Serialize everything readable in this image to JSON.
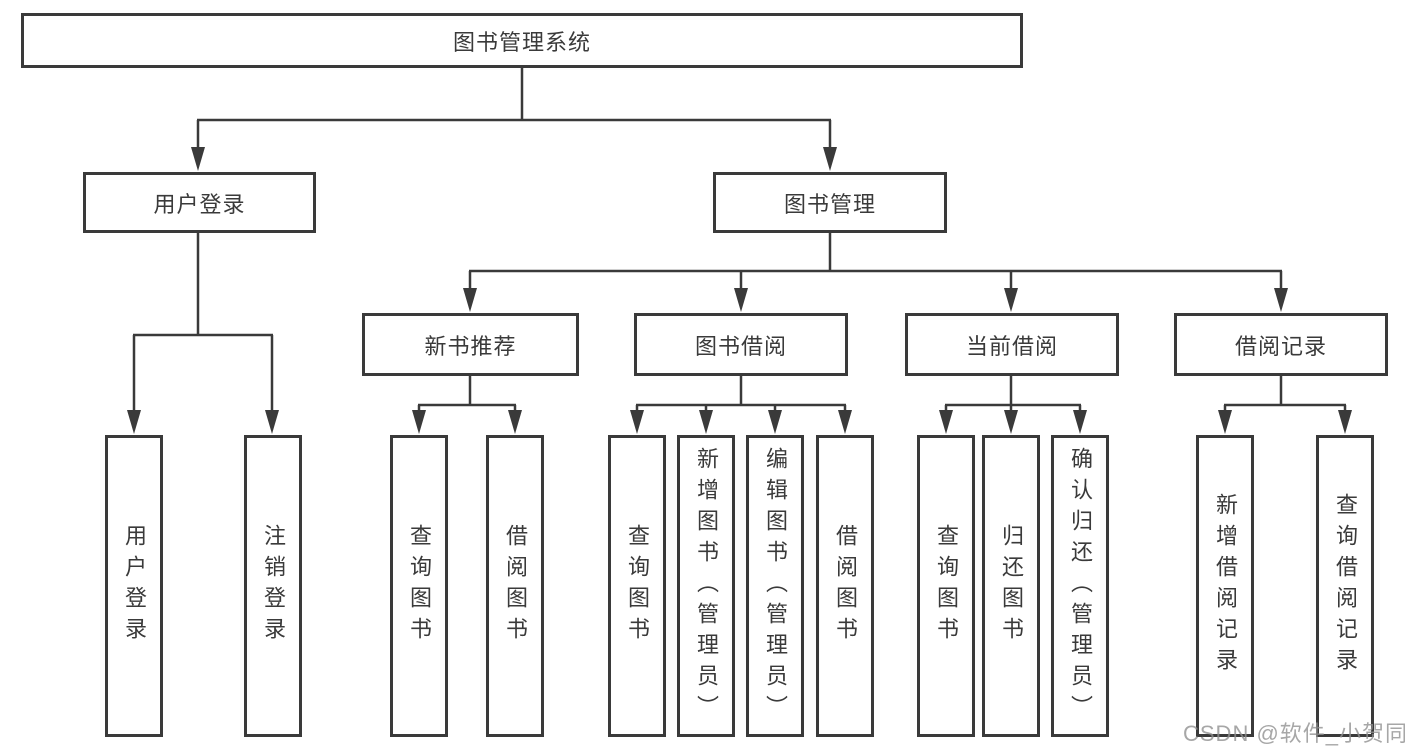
{
  "diagram_type": "hierarchy-tree",
  "colors": {
    "line": "#3a3a3a",
    "box_border": "#3a3a3a",
    "text": "#3a3a3a",
    "background": "#ffffff",
    "watermark": "#919191"
  },
  "tree": {
    "root": {
      "label": "图书管理系统",
      "children": [
        {
          "label": "用户登录",
          "children": [
            {
              "label": "用户登录"
            },
            {
              "label": "注销登录"
            }
          ]
        },
        {
          "label": "图书管理",
          "children": [
            {
              "label": "新书推荐",
              "children": [
                {
                  "label": "查询图书"
                },
                {
                  "label": "借阅图书"
                }
              ]
            },
            {
              "label": "图书借阅",
              "children": [
                {
                  "label": "查询图书"
                },
                {
                  "label": "新增图书（管理员）"
                },
                {
                  "label": "编辑图书（管理员）"
                },
                {
                  "label": "借阅图书"
                }
              ]
            },
            {
              "label": "当前借阅",
              "children": [
                {
                  "label": "查询图书"
                },
                {
                  "label": "归还图书"
                },
                {
                  "label": "确认归还（管理员）"
                }
              ]
            },
            {
              "label": "借阅记录",
              "children": [
                {
                  "label": "新增借阅记录"
                },
                {
                  "label": "查询借阅记录"
                }
              ]
            }
          ]
        }
      ]
    }
  },
  "watermark": {
    "text": "CSDN @软件_小贺同学"
  }
}
